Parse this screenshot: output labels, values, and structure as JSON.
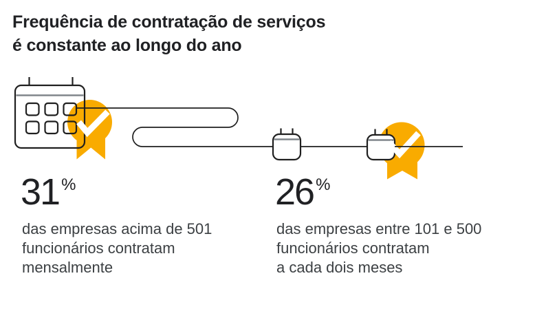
{
  "title": {
    "line1": "Frequência de contratação de serviços",
    "line2": "é constante ao longo do ano"
  },
  "stats": [
    {
      "value": "31",
      "unit": "%",
      "lines": [
        "das empresas acima de 501",
        "funcionários contratam",
        "mensalmente"
      ]
    },
    {
      "value": "26",
      "unit": "%",
      "lines": [
        "das empresas entre 101 e 500",
        "funcionários contratam",
        "a cada dois meses"
      ]
    }
  ],
  "illustration": {
    "icons": [
      "calendar-large-icon",
      "award-badge-check-icon",
      "calendar-small-icon",
      "calendar-small-with-badge-icon",
      "timeline-serpentine-path"
    ]
  },
  "colors": {
    "accent_yellow": "#F9AB00",
    "ink": "#202124",
    "body_text": "#3C4043",
    "stroke": "#1F1F1F",
    "header_line_gray": "#80868B"
  }
}
